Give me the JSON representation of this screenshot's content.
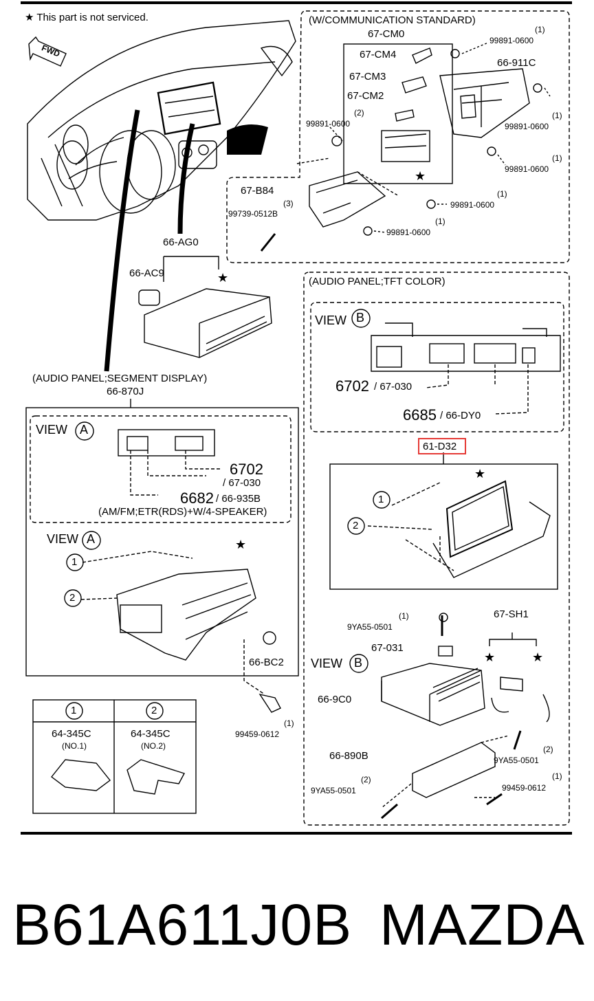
{
  "notice": "★ This part is not serviced.",
  "fwd": "FWD",
  "comm_title": "(W/COMMUNICATION STANDARD)",
  "tft_title": "(AUDIO PANEL;TFT COLOR)",
  "seg_title": "(AUDIO PANEL;SEGMENT DISPLAY)",
  "parts": {
    "cm0": "67-CM0",
    "cm4": "67-CM4",
    "cm3": "67-CM3",
    "cm2": "67-CM2",
    "p911c": "66-911C",
    "b84": "67-B84",
    "ag0": "66-AG0",
    "ac9": "66-AC9",
    "p870j": "66-870J",
    "d32": "61-D32",
    "bc2": "66-BC2",
    "p031": "67-031",
    "sh1": "67-SH1",
    "p9c0": "66-9C0",
    "p890b": "66-890B"
  },
  "bolts": {
    "b1": "99891-0600",
    "b2": "99891-0600",
    "b3": "99891-0600",
    "b4": "99891-0600",
    "b5": "99891-0600",
    "b6": "99891-0600",
    "b7": "99739-0512B",
    "b8": "9YA55-0501",
    "b9": "9YA55-0501",
    "b10": "9YA55-0501",
    "b11": "99459-0612",
    "b12": "99459-0612"
  },
  "qty": {
    "one": "(1)",
    "two": "(2)",
    "three": "(3)"
  },
  "views": {
    "view": "VIEW",
    "a": "A",
    "b": "B"
  },
  "connectors": {
    "c6702": "6702",
    "c67030": "/ 67-030",
    "c6685": "6685",
    "c66dy0": "/ 66-DY0",
    "c6682": "6682",
    "c66935b": "/ 66-935B",
    "speaker": "(AM/FM;ETR(RDS)+W/4-SPEAKER)"
  },
  "table": {
    "h1": "1",
    "h2": "2",
    "part1": "64-345C",
    "part2": "64-345C",
    "note1": "(NO.1)",
    "note2": "(NO.2)"
  },
  "callouts": {
    "one": "1",
    "two": "2"
  },
  "footer": {
    "part_number": "B61A611J0B",
    "brand": "MAZDA"
  },
  "colors": {
    "highlight": "#e53935",
    "line": "#000000"
  }
}
